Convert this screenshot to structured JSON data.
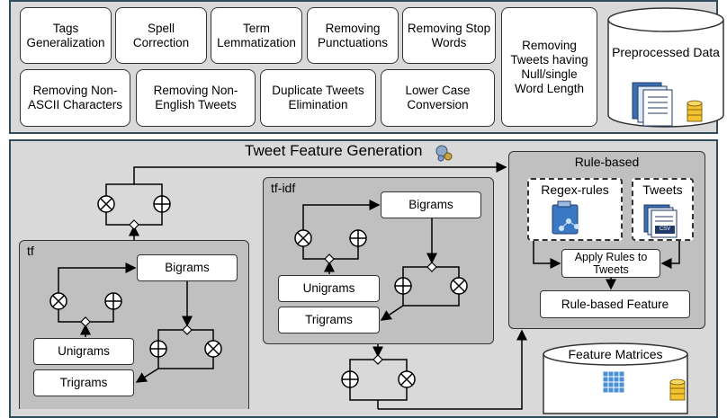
{
  "preprocessing": {
    "steps": [
      "Tags Generalization",
      "Spell Correction",
      "Term Lemmatization",
      "Removing Punctuations",
      "Removing Stop Words",
      "Removing Tweets having Null/single Word Length",
      "Removing Non-ASCII Characters",
      "Removing Non-English Tweets",
      "Duplicate Tweets Elimination",
      "Lower Case Conversion"
    ],
    "output": "Preprocessed Data"
  },
  "feature_generation": {
    "title": "Tweet Feature Generation",
    "tf": {
      "label": "tf",
      "bigrams": "Bigrams",
      "unigrams": "Unigrams",
      "trigrams": "Trigrams"
    },
    "tfidf": {
      "label": "tf-idf",
      "bigrams": "Bigrams",
      "unigrams": "Unigrams",
      "trigrams": "Trigrams"
    },
    "rule_based": {
      "label": "Rule-based",
      "regex": "Regex-rules",
      "tweets": "Tweets",
      "csv_tag": "CSV",
      "apply": "Apply Rules to Tweets",
      "feature": "Rule-based Feature"
    },
    "matrices": "Feature Matrices"
  }
}
